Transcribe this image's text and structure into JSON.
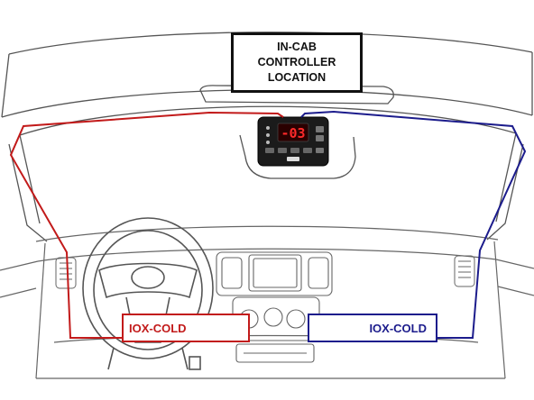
{
  "callout": {
    "line1": "IN-CAB",
    "line2": "CONTROLLER",
    "line3": "LOCATION"
  },
  "controller": {
    "display_value": "-03"
  },
  "labels": {
    "left_sensor": "IOX-COLD",
    "right_sensor": "IOX-COLD"
  },
  "colors": {
    "left_wire": "#c21a1a",
    "right_wire": "#1c1c8c",
    "outline": "#555555",
    "display_red": "#ff2a2a"
  },
  "icons": [
    "steering-wheel-icon",
    "controller-unit-icon",
    "air-vent-icon"
  ]
}
